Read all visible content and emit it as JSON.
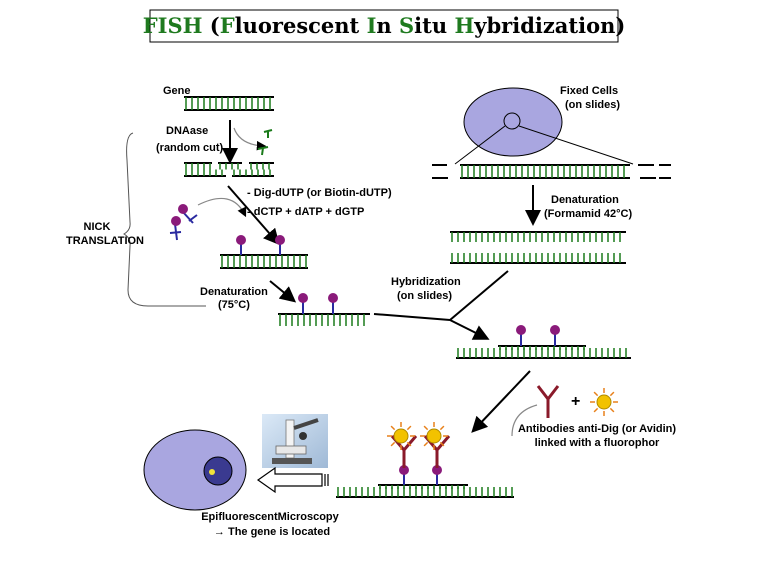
{
  "title": {
    "parts": [
      {
        "text": "F",
        "green": true
      },
      {
        "text": "ISH",
        "green": true
      },
      {
        "text": " (",
        "green": false
      },
      {
        "text": "F",
        "green": true
      },
      {
        "text": "luorescent ",
        "green": false
      },
      {
        "text": "I",
        "green": true
      },
      {
        "text": "n ",
        "green": false
      },
      {
        "text": "S",
        "green": true
      },
      {
        "text": "itu ",
        "green": false
      },
      {
        "text": "H",
        "green": true
      },
      {
        "text": "ybridization)",
        "green": false
      }
    ]
  },
  "labels": {
    "gene": "Gene",
    "dnaase": "DNAase",
    "random_cut": "(random cut)",
    "nick_1": "NICK",
    "nick_2": "TRANSLATION",
    "dig_dutp": "- Dig-dUTP (or Biotin-dUTP)",
    "dntp": "- dCTP + dATP + dGTP",
    "denat_left_1": "Denaturation",
    "denat_left_2": "(75°C)",
    "fixed_cells_1": "Fixed Cells",
    "fixed_cells_2": "(on slides)",
    "denat_right_1": "Denaturation",
    "denat_right_2": "(Formamid 42°C)",
    "hybrid_1": "Hybridization",
    "hybrid_2": "(on slides)",
    "plus": "+",
    "antibodies_1": "Antibodies anti-Dig (or Avidin)",
    "antibodies_2": "linked with a fluorophor",
    "micro_1": "EpifluorescentMicroscopy",
    "micro_2": "→ The gene is located"
  },
  "colors": {
    "dna_strand": "#1a7a1a",
    "backbone": "#000000",
    "probe_stick": "#2a2aa0",
    "probe_ball": "#8a1a7a",
    "antibody": "#8a1a2a",
    "fluorophore": "#f2c200",
    "fluor_rays": "#e8801a",
    "cell_fill": "#a9a6e0",
    "nucleus_fill": "#3a3a90"
  },
  "icons": [
    "microscope-icon",
    "fluorophore-icon",
    "antibody-icon",
    "arrow-icon"
  ]
}
